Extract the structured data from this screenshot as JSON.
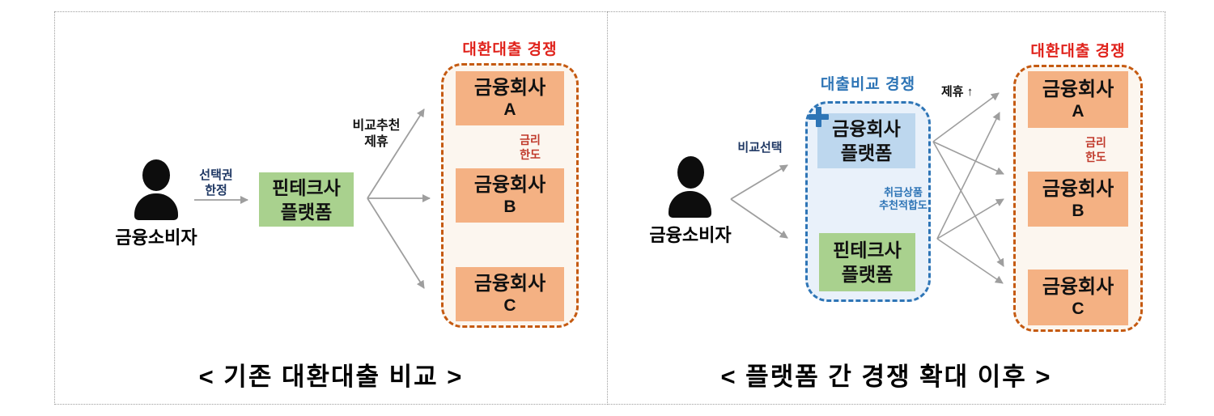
{
  "colors": {
    "red_title": "#e0231c",
    "rate_label_red": "#c0392b",
    "navy_label": "#1f3864",
    "blue_accent": "#2e75b6",
    "orange_dashed_border": "#c55a11",
    "orange_box_fill": "#f4b183",
    "orange_container_fill": "#fcf6ef",
    "blue_box_fill": "#bdd7ee",
    "blue_container_fill": "#e9f1fa",
    "green_box_fill": "#a9d18e",
    "gray_arrow": "#9e9e9e",
    "black_arrow": "#141414",
    "panel_border": "#9e9e9e"
  },
  "icons": {
    "plus_badge": "+",
    "up_arrow": "↑"
  },
  "left_panel": {
    "caption": "< 기존 대환대출 비교 >",
    "consumer": "금융소비자",
    "choice_constraint": {
      "line1": "선택권",
      "line2": "한정"
    },
    "fintech_platform": {
      "line1": "핀테크사",
      "line2": "플랫폼"
    },
    "referral": {
      "line1": "비교추천",
      "line2": "제휴"
    },
    "competition_title": "대환대출 경쟁",
    "rate_limit": {
      "line1": "금리",
      "line2": "한도"
    },
    "companies": [
      {
        "name": "금융회사",
        "letter": "A"
      },
      {
        "name": "금융회사",
        "letter": "B"
      },
      {
        "name": "금융회사",
        "letter": "C"
      }
    ]
  },
  "right_panel": {
    "caption": "< 플랫폼 간 경쟁 확대 이후 >",
    "consumer": "금융소비자",
    "compare_select": "비교선택",
    "platform_competition_title": "대출비교 경쟁",
    "bank_platform": {
      "line1": "금융회사",
      "line2": "플랫폼"
    },
    "handling": {
      "line1": "취급상품",
      "line2": "추천적합도"
    },
    "fintech_platform": {
      "line1": "핀테크사",
      "line2": "플랫폼"
    },
    "partnership": "제휴",
    "competition_title": "대환대출 경쟁",
    "rate_limit": {
      "line1": "금리",
      "line2": "한도"
    },
    "companies": [
      {
        "name": "금융회사",
        "letter": "A"
      },
      {
        "name": "금융회사",
        "letter": "B"
      },
      {
        "name": "금융회사",
        "letter": "C"
      }
    ]
  }
}
